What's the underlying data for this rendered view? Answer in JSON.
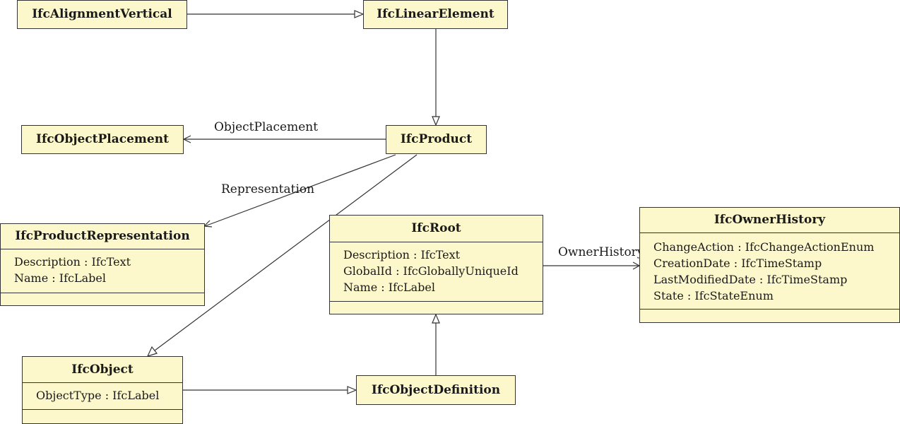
{
  "classes": {
    "alignment_vertical": {
      "name": "IfcAlignmentVertical"
    },
    "linear_element": {
      "name": "IfcLinearElement"
    },
    "object_placement": {
      "name": "IfcObjectPlacement"
    },
    "product": {
      "name": "IfcProduct"
    },
    "product_representation": {
      "name": "IfcProductRepresentation",
      "attributes": [
        "Description : IfcText",
        "Name : IfcLabel"
      ]
    },
    "root": {
      "name": "IfcRoot",
      "attributes": [
        "Description : IfcText",
        "GlobalId : IfcGloballyUniqueId",
        "Name : IfcLabel"
      ]
    },
    "owner_history": {
      "name": "IfcOwnerHistory",
      "attributes": [
        "ChangeAction : IfcChangeActionEnum",
        "CreationDate : IfcTimeStamp",
        "LastModifiedDate : IfcTimeStamp",
        "State : IfcStateEnum"
      ]
    },
    "object": {
      "name": "IfcObject",
      "attributes": [
        "ObjectType : IfcLabel"
      ]
    },
    "object_definition": {
      "name": "IfcObjectDefinition"
    }
  },
  "associations": {
    "object_placement": "ObjectPlacement",
    "representation": "Representation",
    "owner_history": "OwnerHistory"
  },
  "colors": {
    "class_fill": "#fdf8cc",
    "line": "#333333"
  }
}
